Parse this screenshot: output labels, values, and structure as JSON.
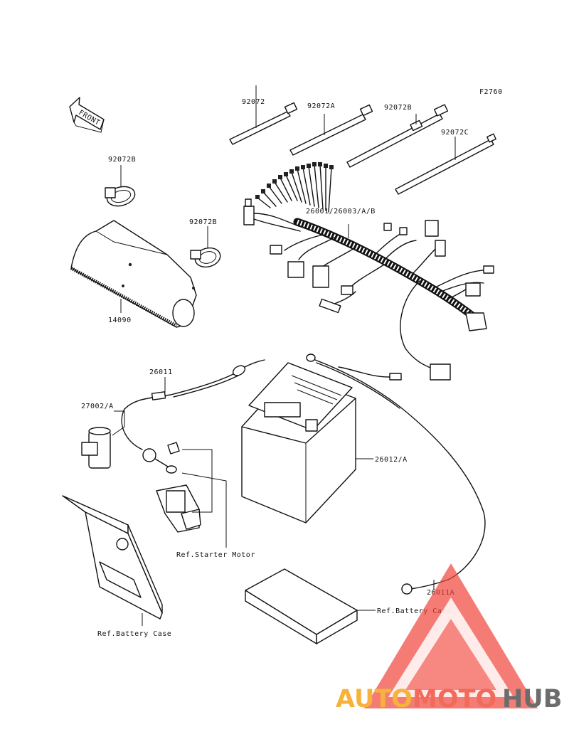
{
  "figure_code": "F2760",
  "direction_label": "FRONT",
  "labels": {
    "tie_92072": "92072",
    "tie_92072A": "92072A",
    "tie_92072B_top": "92072B",
    "tie_92072C": "92072C",
    "clamp_92072B_left": "92072B",
    "clamp_92072B_right": "92072B",
    "harness": "26001/26003/A/B",
    "cover": "14090",
    "cable_26011": "26011",
    "relay": "27002/A",
    "battery": "26012/A",
    "starter_ref": "Ref.Starter Motor",
    "cable_26011A": "26011A",
    "battery_case_ref_right": "Ref.Battery Case",
    "battery_case_ref_left": "Ref.Battery Case"
  },
  "watermark": {
    "part1": "AUTO",
    "part2": "MOTO",
    "part3": "HUB",
    "colors": {
      "auto": "#f6b23c",
      "moto": "#f26a5a",
      "hub": "#6c6c6c",
      "triangle": "#f0443a"
    }
  }
}
